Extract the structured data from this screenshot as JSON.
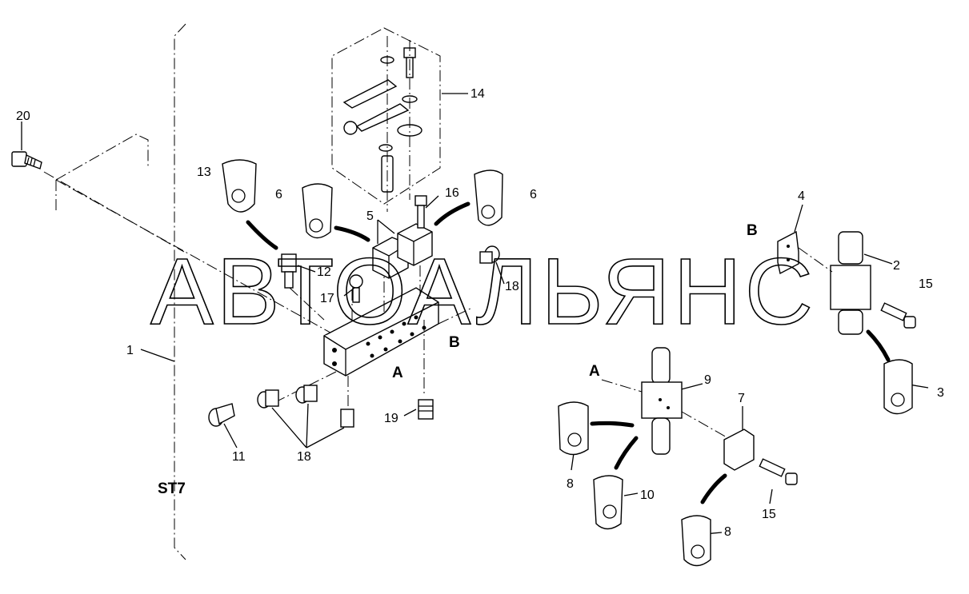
{
  "watermark": "АВТОАЛЬЯНС",
  "callouts": [
    "20",
    "13",
    "6",
    "5",
    "16",
    "6",
    "14",
    "12",
    "17",
    "18",
    "1",
    "B",
    "A",
    "11",
    "18",
    "19",
    "4",
    "B",
    "2",
    "15",
    "3",
    "A",
    "9",
    "7",
    "8",
    "10",
    "15",
    "8",
    "ST7"
  ],
  "labels": {
    "n20": "20",
    "n13": "13",
    "n6a": "6",
    "n5": "5",
    "n16": "16",
    "n6b": "6",
    "n14": "14",
    "n12": "12",
    "n17": "17",
    "n18a": "18",
    "n1": "1",
    "bLeft": "B",
    "aLeft": "A",
    "n11": "11",
    "n18b": "18",
    "n19": "19",
    "n4": "4",
    "bRight": "B",
    "n2": "2",
    "n15a": "15",
    "n3": "3",
    "aRight": "A",
    "n9": "9",
    "n7": "7",
    "n8a": "8",
    "n10": "10",
    "n15b": "15",
    "n8b": "8",
    "st7": "ST7"
  }
}
